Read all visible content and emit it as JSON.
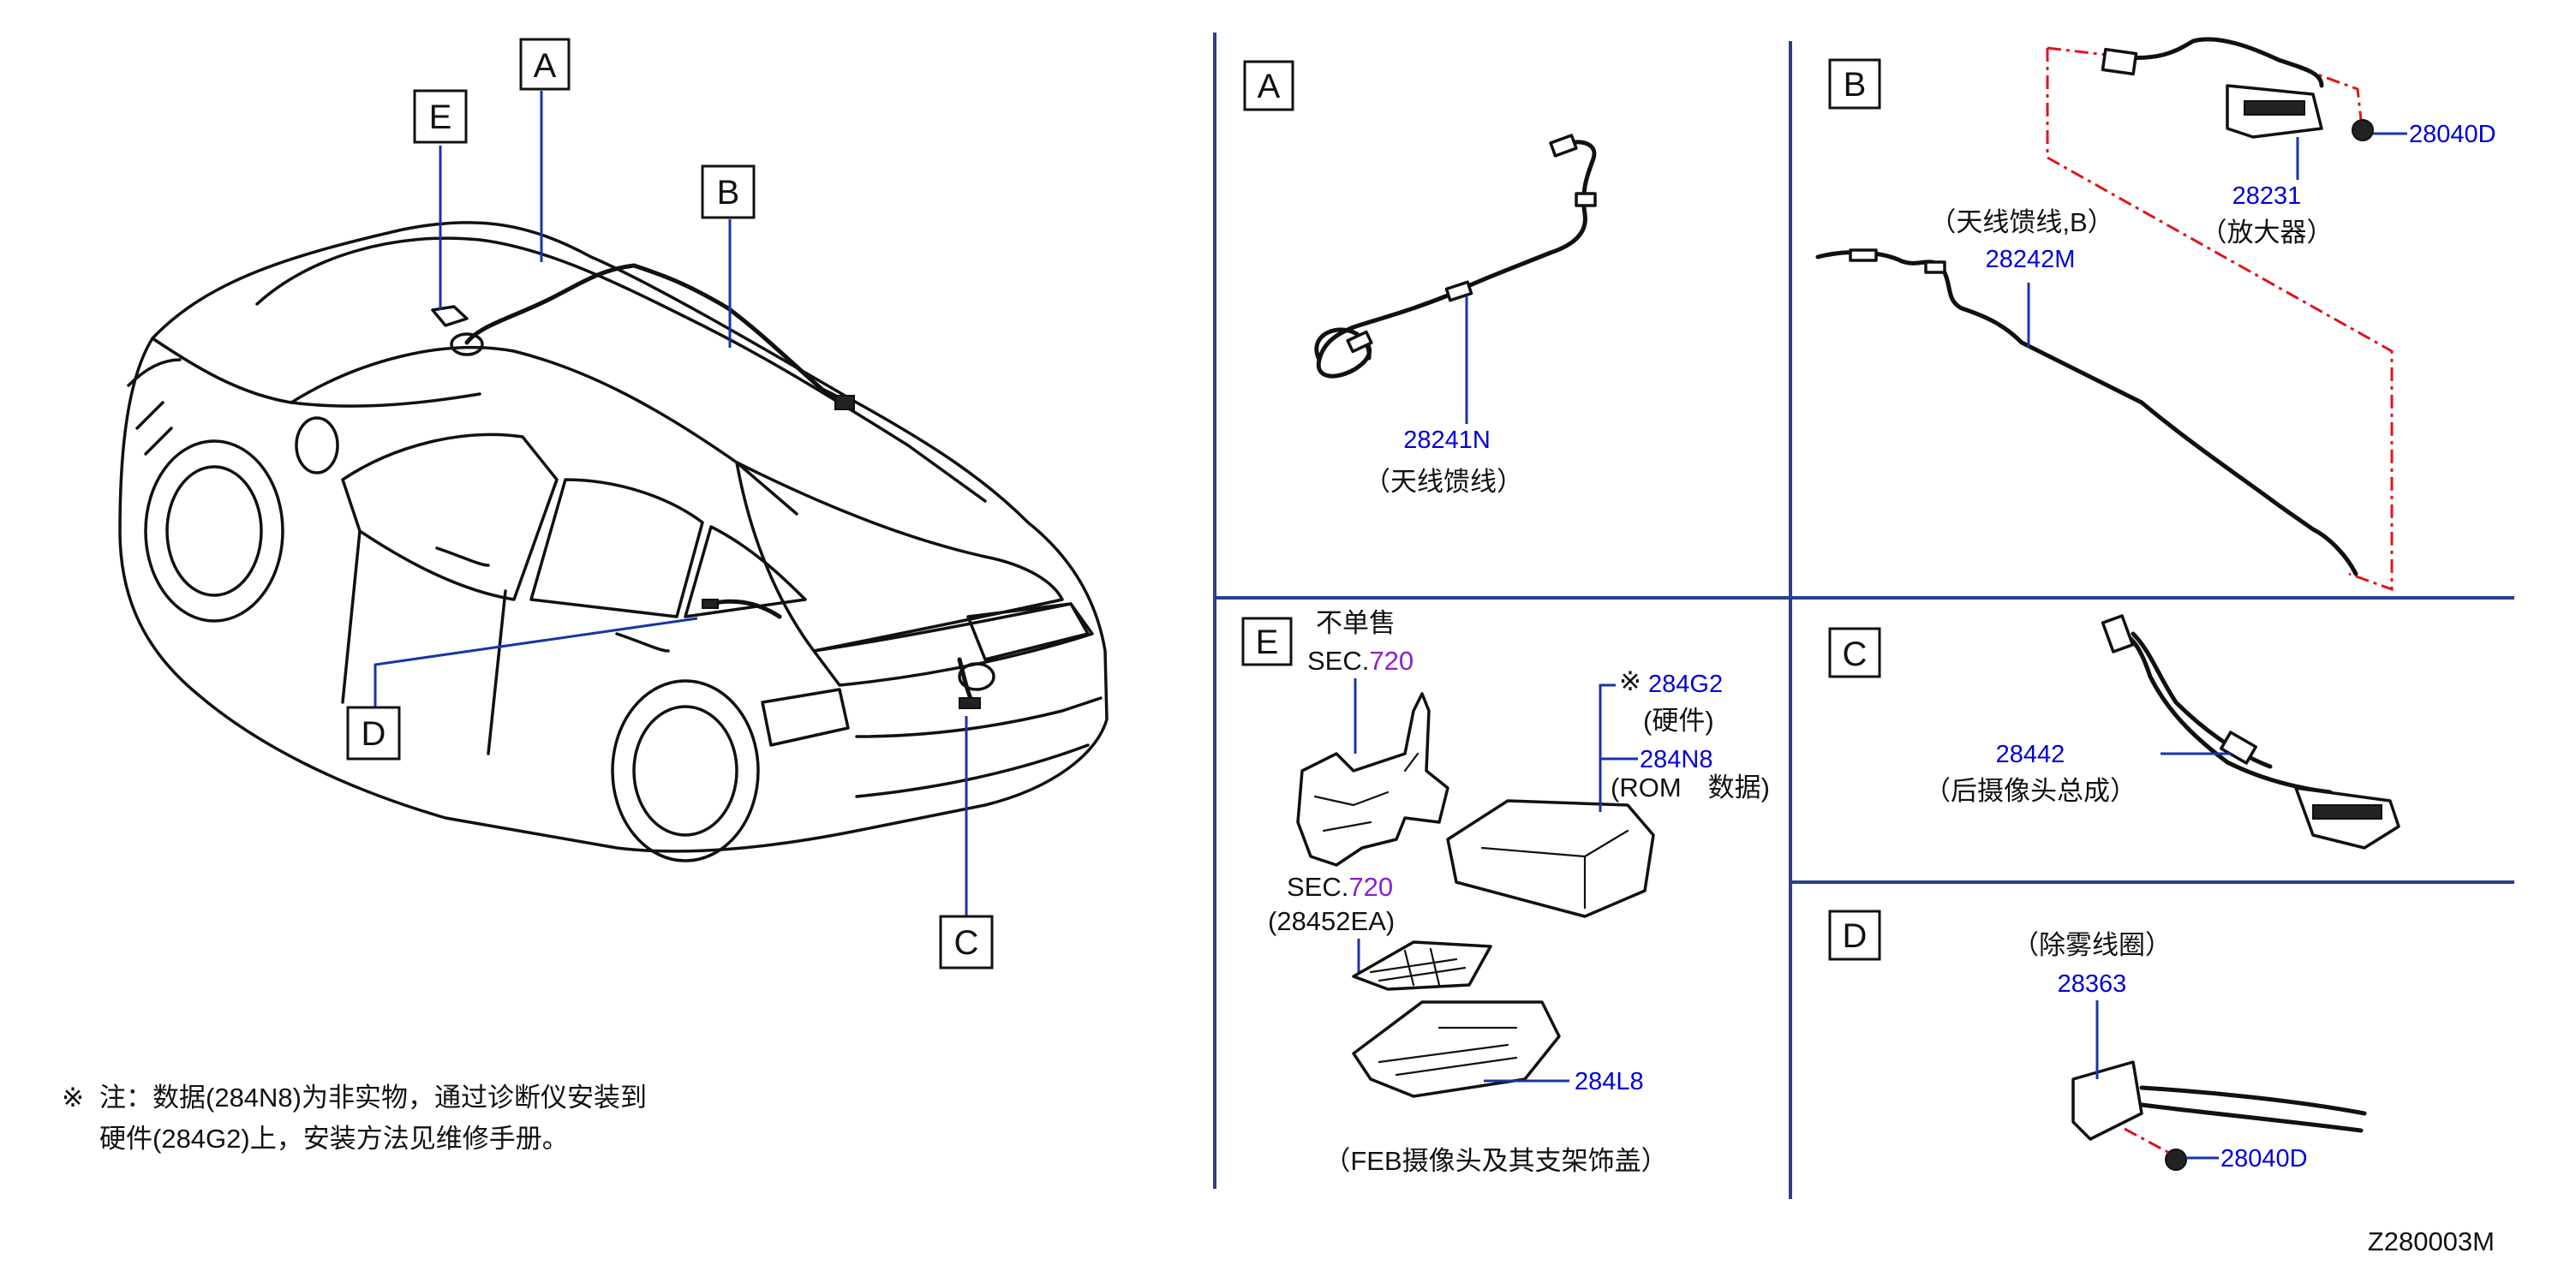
{
  "diagram_code": "Z280003M",
  "callouts": {
    "a": "A",
    "b": "B",
    "c": "C",
    "d": "D",
    "e": "E"
  },
  "panel_a": {
    "letter": "A",
    "part": "28241N",
    "name": "（天线馈线）"
  },
  "panel_b": {
    "letter": "B",
    "amp_part": "28231",
    "amp_name": "（放大器）",
    "bolt_part": "28040D",
    "feeder_name": "（天线馈线,B）",
    "feeder_part": "28242M"
  },
  "panel_c": {
    "letter": "C",
    "part": "28442",
    "name": "（后摄像头总成）"
  },
  "panel_d": {
    "letter": "D",
    "name": "（除雾线圈）",
    "part": "28363",
    "bolt_part": "28040D"
  },
  "panel_e": {
    "letter": "E",
    "not_sold": "不单售",
    "sec1_prefix": "SEC.",
    "sec1_no": "720",
    "mark": "※",
    "hw_part": "284G2",
    "hw_name": "(硬件)",
    "rom_part": "284N8",
    "rom_name": "(ROM　数据)",
    "sec2_prefix": "SEC.",
    "sec2_no": "720",
    "sec2_part": "(28452EA)",
    "cover_part": "284L8",
    "caption": "（FEB摄像头及其支架饰盖）"
  },
  "footnote": {
    "mark": "※",
    "line1": "注：数据(284N8)为非实物，通过诊断仪安装到",
    "line2": "硬件(284G2)上，安装方法见维修手册。"
  }
}
